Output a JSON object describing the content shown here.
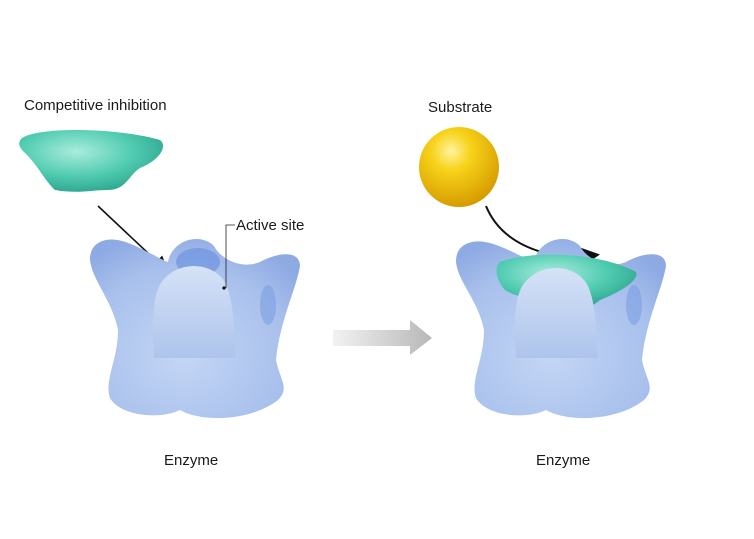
{
  "labels": {
    "competitive_inhibition": "Competitive inhibition",
    "active_site": "Active site",
    "substrate": "Substrate",
    "enzyme_left": "Enzyme",
    "enzyme_right": "Enzyme"
  },
  "colors": {
    "enzyme": "#a9c2ec",
    "inhibitor": "#3fbfa5",
    "substrate": "#f2c200",
    "arrow": "#c8c8c8"
  }
}
